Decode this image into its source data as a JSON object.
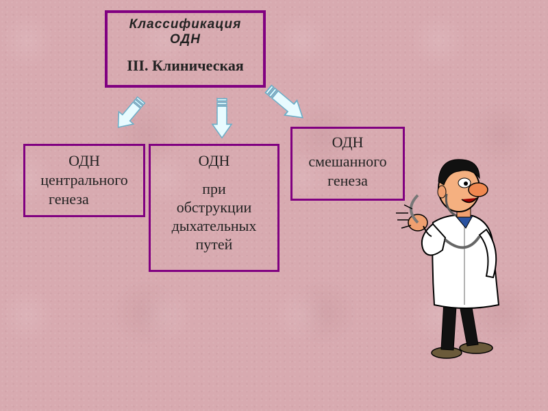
{
  "title_box": {
    "line1": "Классификация",
    "line2": "ОДН",
    "line3": "III. Клиническая"
  },
  "box_central": {
    "line1": "ОДН",
    "line2": "центрального",
    "line3": "генеза"
  },
  "box_obstruction": {
    "line1": "ОДН",
    "line2": "при",
    "line3": "обструкции",
    "line4": "дыхательных",
    "line5": "путей"
  },
  "box_mixed": {
    "line1": "ОДН",
    "line2": "смешанного",
    "line3": "генеза"
  },
  "colors": {
    "background": "#d8aab0",
    "box_border": "#800080",
    "arrow_fill": "#e8fbff",
    "arrow_stroke": "#6aaec8"
  },
  "illustration": "doctor-with-stethoscope"
}
